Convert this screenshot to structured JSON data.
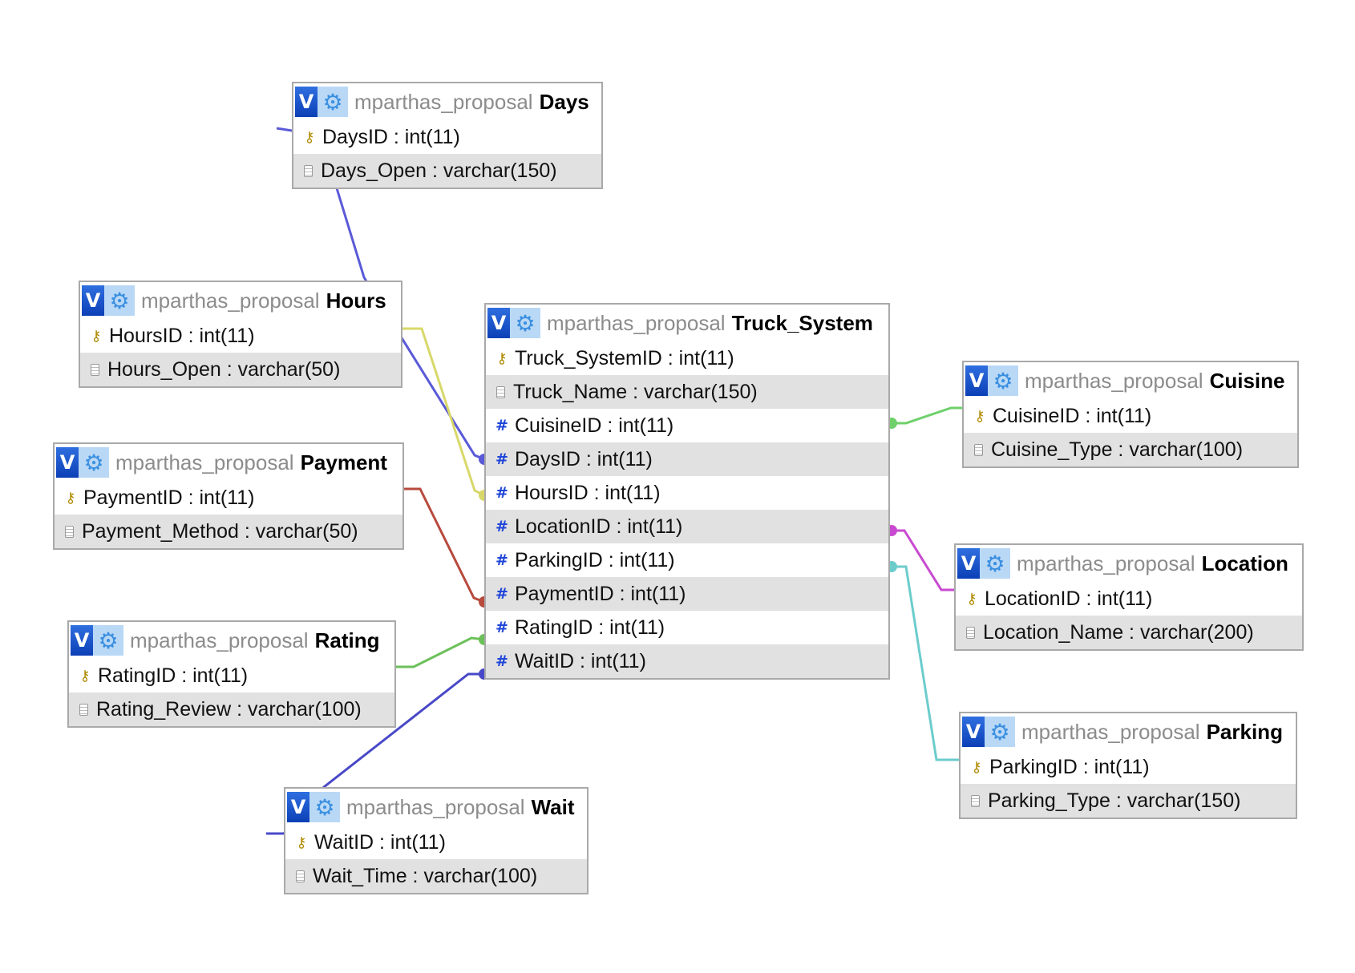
{
  "tables": [
    {
      "id": "days",
      "db": "mparthas_proposal",
      "name": "Days",
      "columns": [
        {
          "text": "DaysID : int(11)",
          "icon": "primary-key-icon"
        },
        {
          "text": "Days_Open : varchar(150)",
          "icon": "text-column-icon"
        }
      ]
    },
    {
      "id": "hours",
      "db": "mparthas_proposal",
      "name": "Hours",
      "columns": [
        {
          "text": "HoursID : int(11)",
          "icon": "primary-key-icon"
        },
        {
          "text": "Hours_Open : varchar(50)",
          "icon": "text-column-icon"
        }
      ]
    },
    {
      "id": "payment",
      "db": "mparthas_proposal",
      "name": "Payment",
      "columns": [
        {
          "text": "PaymentID : int(11)",
          "icon": "primary-key-icon"
        },
        {
          "text": "Payment_Method : varchar(50)",
          "icon": "text-column-icon"
        }
      ]
    },
    {
      "id": "rating",
      "db": "mparthas_proposal",
      "name": "Rating",
      "columns": [
        {
          "text": "RatingID : int(11)",
          "icon": "primary-key-icon"
        },
        {
          "text": "Rating_Review : varchar(100)",
          "icon": "text-column-icon"
        }
      ]
    },
    {
      "id": "wait",
      "db": "mparthas_proposal",
      "name": "Wait",
      "columns": [
        {
          "text": "WaitID : int(11)",
          "icon": "primary-key-icon"
        },
        {
          "text": "Wait_Time : varchar(100)",
          "icon": "text-column-icon"
        }
      ]
    },
    {
      "id": "truck",
      "db": "mparthas_proposal",
      "name": "Truck_System",
      "columns": [
        {
          "text": "Truck_SystemID : int(11)",
          "icon": "primary-key-icon"
        },
        {
          "text": "Truck_Name : varchar(150)",
          "icon": "text-column-icon"
        },
        {
          "text": "CuisineID : int(11)",
          "icon": "foreign-key-icon"
        },
        {
          "text": "DaysID : int(11)",
          "icon": "foreign-key-icon"
        },
        {
          "text": "HoursID : int(11)",
          "icon": "foreign-key-icon"
        },
        {
          "text": "LocationID : int(11)",
          "icon": "foreign-key-icon"
        },
        {
          "text": "ParkingID : int(11)",
          "icon": "foreign-key-icon"
        },
        {
          "text": "PaymentID : int(11)",
          "icon": "foreign-key-icon"
        },
        {
          "text": "RatingID : int(11)",
          "icon": "foreign-key-icon"
        },
        {
          "text": "WaitID : int(11)",
          "icon": "foreign-key-icon"
        }
      ]
    },
    {
      "id": "cuisine",
      "db": "mparthas_proposal",
      "name": "Cuisine",
      "columns": [
        {
          "text": "CuisineID : int(11)",
          "icon": "primary-key-icon"
        },
        {
          "text": "Cuisine_Type : varchar(100)",
          "icon": "text-column-icon"
        }
      ]
    },
    {
      "id": "location",
      "db": "mparthas_proposal",
      "name": "Location",
      "columns": [
        {
          "text": "LocationID : int(11)",
          "icon": "primary-key-icon"
        },
        {
          "text": "Location_Name : varchar(200)",
          "icon": "text-column-icon"
        }
      ]
    },
    {
      "id": "parking",
      "db": "mparthas_proposal",
      "name": "Parking",
      "columns": [
        {
          "text": "ParkingID : int(11)",
          "icon": "primary-key-icon"
        },
        {
          "text": "Parking_Type : varchar(150)",
          "icon": "text-column-icon"
        }
      ]
    }
  ],
  "ui": {
    "toggle_label": "V"
  },
  "relations": [
    {
      "from_table": "truck",
      "from_column": "DaysID : int(11)",
      "to_table": "days",
      "to_column": "DaysID : int(11)",
      "color": "#5a5ad8"
    },
    {
      "from_table": "truck",
      "from_column": "HoursID : int(11)",
      "to_table": "hours",
      "to_column": "HoursID : int(11)",
      "color": "#d8d86a"
    },
    {
      "from_table": "truck",
      "from_column": "PaymentID : int(11)",
      "to_table": "payment",
      "to_column": "PaymentID : int(11)",
      "color": "#b84a3e"
    },
    {
      "from_table": "truck",
      "from_column": "RatingID : int(11)",
      "to_table": "rating",
      "to_column": "RatingID : int(11)",
      "color": "#6cc05a"
    },
    {
      "from_table": "truck",
      "from_column": "WaitID : int(11)",
      "to_table": "wait",
      "to_column": "WaitID : int(11)",
      "color": "#4848c8"
    },
    {
      "from_table": "truck",
      "from_column": "CuisineID : int(11)",
      "to_table": "cuisine",
      "to_column": "CuisineID : int(11)",
      "color": "#6ed06a"
    },
    {
      "from_table": "truck",
      "from_column": "LocationID : int(11)",
      "to_table": "location",
      "to_column": "LocationID : int(11)",
      "color": "#c84ad0"
    },
    {
      "from_table": "truck",
      "from_column": "ParkingID : int(11)",
      "to_table": "parking",
      "to_column": "ParkingID : int(11)",
      "color": "#6ccccc"
    }
  ]
}
